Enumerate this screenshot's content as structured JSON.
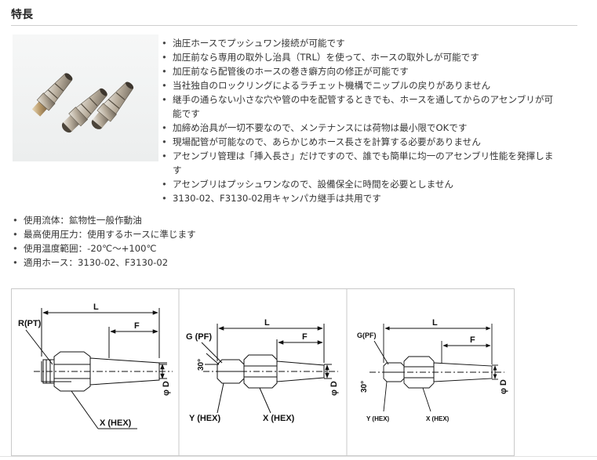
{
  "section": {
    "title": "特長"
  },
  "features": [
    "油圧ホースでプッシュワン接続が可能です",
    "加圧前なら専用の取外し治具（TRL）を使って、ホースの取外しが可能です",
    "加圧前なら配管後のホースの巻き癖方向の修正が可能です",
    "当社独自のロックリングによるラチェット機構でニップルの戻りがありません",
    "継手の通らない小さな穴や管の中を配管するときでも、ホースを通してからのアセンブリが可能です",
    "加締め治具が一切不要なので、メンテナンスには荷物は最小限でOKです",
    "現場配管が可能なので、あらかじめホース長さを計算する必要がありません",
    "アセンブリ管理は「挿入長さ」だけですので、誰でも簡単に均一のアセンブリ性能を発揮します",
    "アセンブリはプッシュワンなので、設備保全に時間を必要としません",
    "3130-02、F3130-02用キャンパカ継手は共用です"
  ],
  "specs": [
    "使用流体：鉱物性一般作動油",
    "最高使用圧力：使用するホースに準じます",
    "使用温度範囲：-20℃～+100℃",
    "適用ホース：3130-02、F3130-02"
  ],
  "diagrams": [
    {
      "labels": {
        "length": "L",
        "insert": "F",
        "thread": "R(PT)",
        "hex": "X (HEX)",
        "diameter": "φ D"
      }
    },
    {
      "labels": {
        "length": "L",
        "insert": "F",
        "thread": "G (PF)",
        "angle": "30°",
        "hex_y": "Y (HEX)",
        "hex_x": "X (HEX)",
        "diameter": "φ D"
      }
    },
    {
      "labels": {
        "length": "L",
        "insert": "F",
        "thread": "G(PF)",
        "angle": "30°",
        "hex_y": "Y (HEX)",
        "hex_x": "X (HEX)",
        "diameter": "φ D"
      }
    }
  ]
}
